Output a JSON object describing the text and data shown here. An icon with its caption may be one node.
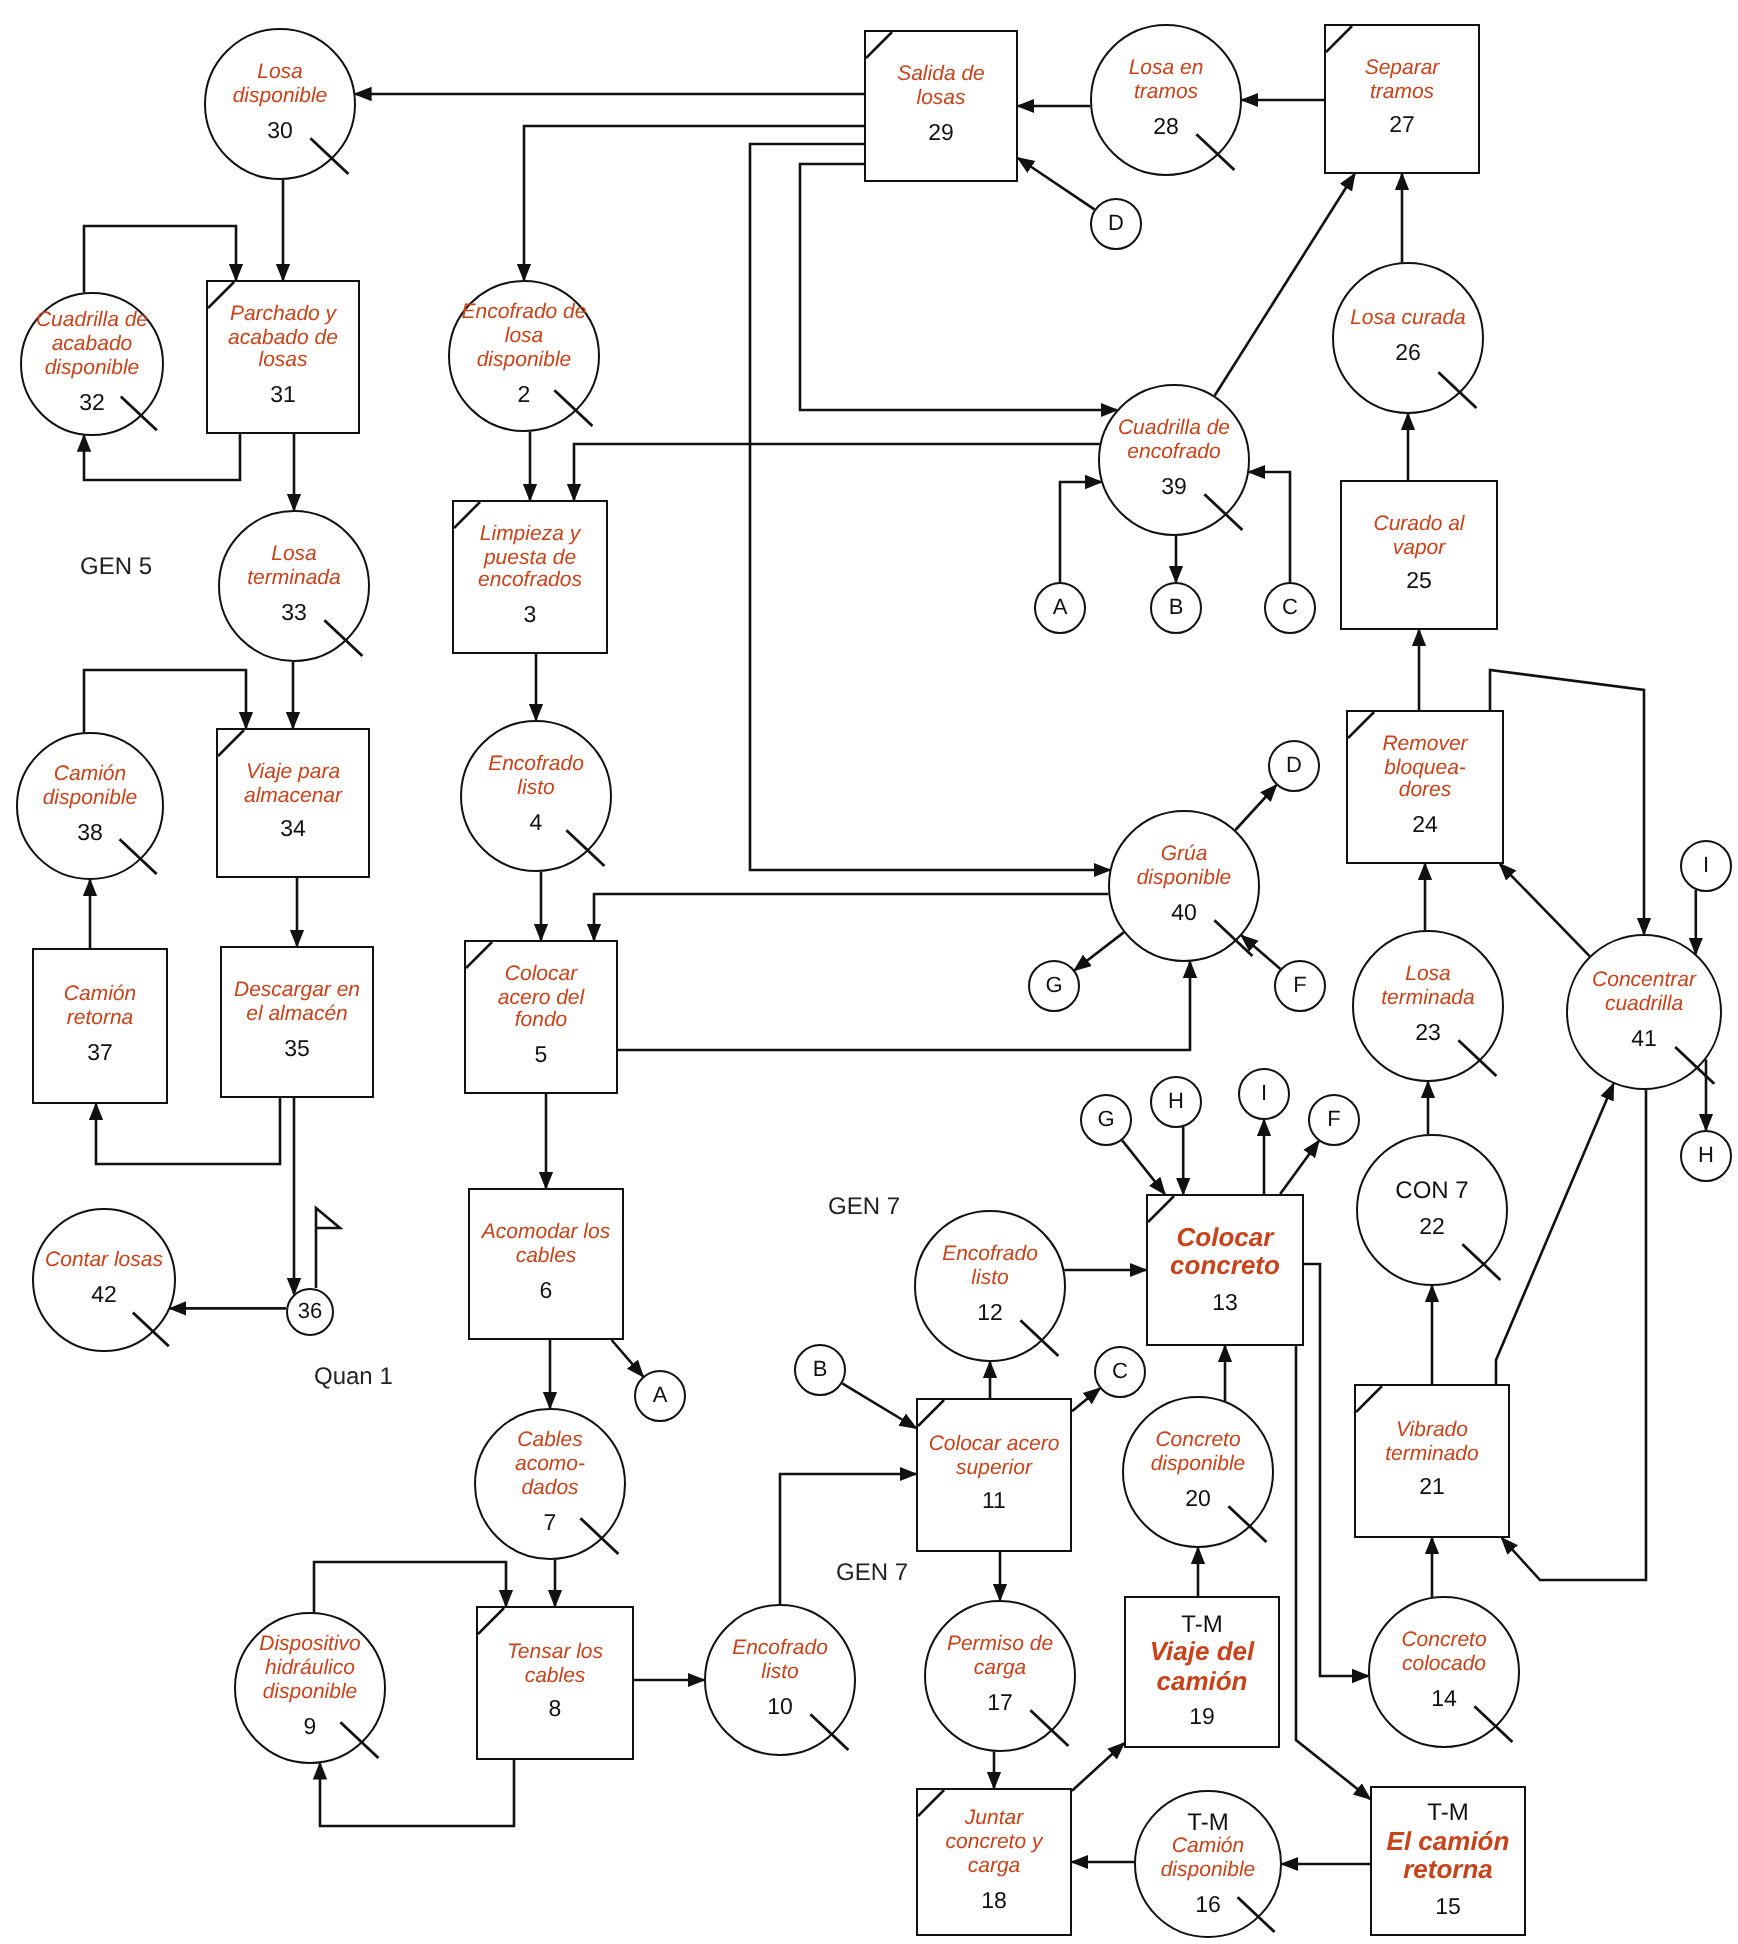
{
  "diagram": {
    "nodes": [
      {
        "text": [
          "Losa disponible",
          "30"
        ]
      },
      {
        "text": [
          "Salida de losas",
          "29"
        ]
      },
      {
        "text": [
          "Losa en tramos",
          "28"
        ]
      },
      {
        "text": [
          "Separar tramos",
          "27"
        ]
      },
      {
        "text": [
          "Cuadrilla de acabado disponible",
          "32"
        ]
      },
      {
        "text": [
          "Parchado y acabado de losas",
          "31"
        ]
      },
      {
        "text": [
          "Encofrado de losa disponible",
          "2"
        ]
      },
      {
        "text": [
          "D"
        ]
      },
      {
        "text": [
          "Cuadrilla de encofrado",
          "39"
        ]
      },
      {
        "text": [
          "Losa curada",
          "26"
        ]
      },
      {
        "text": [
          "Limpieza y puesta de encofrados",
          "3"
        ]
      },
      {
        "text": [
          "Losa terminada",
          "33"
        ]
      },
      {
        "text": [
          "A"
        ]
      },
      {
        "text": [
          "B"
        ]
      },
      {
        "text": [
          "C"
        ]
      },
      {
        "text": [
          "Curado al vapor",
          "25"
        ]
      },
      {
        "text": [
          "Camión disponible",
          "38"
        ]
      },
      {
        "text": [
          "Viaje para almacenar",
          "34"
        ]
      },
      {
        "text": [
          "Encofrado listo",
          "4"
        ]
      },
      {
        "text": [
          "Colocar acero del fondo",
          "5"
        ]
      },
      {
        "text": [
          "Remover bloquea- dores",
          "24"
        ]
      },
      {
        "text": [
          "D"
        ]
      },
      {
        "text": [
          "Grúa disponible",
          "40"
        ]
      },
      {
        "text": [
          "I"
        ]
      },
      {
        "text": [
          "G"
        ]
      },
      {
        "text": [
          "F"
        ]
      },
      {
        "text": [
          "Losa terminada",
          "23"
        ]
      },
      {
        "text": [
          "Concentrar cuadrilla",
          "41"
        ]
      },
      {
        "text": [
          "Camión retorna",
          "37"
        ]
      },
      {
        "text": [
          "Descargar en el almacén",
          "35"
        ]
      },
      {
        "text": [
          "Contar losas",
          "42"
        ]
      },
      {
        "text": [
          "36"
        ],
        "beside": [
          "Quan 1"
        ]
      },
      {
        "text": [
          "Acomodar los cables",
          "6"
        ]
      },
      {
        "text": [
          "A"
        ]
      },
      {
        "text": [
          "H"
        ]
      },
      {
        "text": [
          "G"
        ]
      },
      {
        "text": [
          "H"
        ]
      },
      {
        "text": [
          "I"
        ]
      },
      {
        "text": [
          "F"
        ]
      },
      {
        "text": [
          "CON 7",
          "22"
        ]
      },
      {
        "text": [
          "Encofrado listo",
          "12"
        ],
        "beside": [
          "GEN 7"
        ]
      },
      {
        "text": [
          "Colocar concreto",
          "13"
        ]
      },
      {
        "text": [
          "Cables acomo- dados",
          "7"
        ]
      },
      {
        "text": [
          "B"
        ]
      },
      {
        "text": [
          "C"
        ]
      },
      {
        "text": [
          "Colocar acero superior",
          "11"
        ]
      },
      {
        "text": [
          "Concreto disponible",
          "20"
        ]
      },
      {
        "text": [
          "Vibrado terminado",
          "21"
        ]
      },
      {
        "text": [
          "Dispositivo hidráulico disponible",
          "9"
        ]
      },
      {
        "text": [
          "Tensar los cables",
          "8"
        ]
      },
      {
        "text": [
          "Encofrado listo",
          "10"
        ]
      },
      {
        "text": [
          "Permiso de carga",
          "17"
        ],
        "beside": [
          "GEN 7"
        ]
      },
      {
        "text": [
          "T-M",
          "Viaje del camión",
          "19"
        ]
      },
      {
        "text": [
          "Concreto colocado",
          "14"
        ]
      },
      {
        "text": [
          "Juntar concreto y carga",
          "18"
        ]
      },
      {
        "text": [
          "T-M",
          "Camión disponible",
          "16"
        ]
      },
      {
        "text": [
          "T-M",
          "El camión retorna",
          "15"
        ]
      }
    ],
    "edges": [
      {
        "from": 1,
        "to": 0,
        "arrow": "to"
      },
      {
        "from": 1,
        "to": 6,
        "arrow": "to"
      },
      {
        "from": 1,
        "to": 22,
        "arrow": "to"
      },
      {
        "from": 1,
        "to": 8,
        "arrow": "to"
      },
      {
        "from": 8,
        "to": 10,
        "arrow": "to"
      },
      {
        "from": 2,
        "to": 1,
        "arrow": "to"
      },
      {
        "from": 3,
        "to": 2,
        "arrow": "to"
      },
      {
        "from": 7,
        "to": 1,
        "arrow": "to"
      },
      {
        "from": 8,
        "to": 3,
        "arrow": "to"
      },
      {
        "from": 9,
        "to": 3,
        "arrow": "to"
      },
      {
        "from": 15,
        "to": 9,
        "arrow": "to"
      },
      {
        "from": 20,
        "to": 15,
        "arrow": "to"
      },
      {
        "from": 26,
        "to": 20,
        "arrow": "to"
      },
      {
        "from": 27,
        "to": 20,
        "arrow": "to"
      },
      {
        "from": 20,
        "to": 27,
        "arrow": "to"
      },
      {
        "from": 23,
        "to": 27,
        "arrow": "to"
      },
      {
        "from": 27,
        "to": 34,
        "arrow": "to"
      },
      {
        "from": 39,
        "to": 26,
        "arrow": "to"
      },
      {
        "from": 47,
        "to": 39,
        "arrow": "to"
      },
      {
        "from": 47,
        "to": 27,
        "arrow": "to"
      },
      {
        "from": 27,
        "to": 47,
        "arrow": "to"
      },
      {
        "from": 53,
        "to": 47,
        "arrow": "to"
      },
      {
        "from": 41,
        "to": 53,
        "arrow": "to"
      },
      {
        "from": 41,
        "to": 56,
        "arrow": "to"
      },
      {
        "from": 56,
        "to": 55,
        "arrow": "to"
      },
      {
        "from": 55,
        "to": 54,
        "arrow": "to"
      },
      {
        "from": 51,
        "to": 54,
        "arrow": "to"
      },
      {
        "from": 54,
        "to": 52,
        "arrow": "to"
      },
      {
        "from": 52,
        "to": 46,
        "arrow": "to"
      },
      {
        "from": 46,
        "to": 41,
        "arrow": "to"
      },
      {
        "from": 40,
        "to": 41,
        "arrow": "to"
      },
      {
        "from": 45,
        "to": 40,
        "arrow": "to"
      },
      {
        "from": 45,
        "to": 44,
        "arrow": "to"
      },
      {
        "from": 43,
        "to": 45,
        "arrow": "to"
      },
      {
        "from": 45,
        "to": 51,
        "arrow": "to"
      },
      {
        "from": 50,
        "to": 45,
        "arrow": "to"
      },
      {
        "from": 49,
        "to": 50,
        "arrow": "to"
      },
      {
        "from": 42,
        "to": 49,
        "arrow": "to"
      },
      {
        "from": 48,
        "to": 49,
        "arrow": "to"
      },
      {
        "from": 49,
        "to": 48,
        "arrow": "to"
      },
      {
        "from": 32,
        "to": 42,
        "arrow": "to"
      },
      {
        "from": 32,
        "to": 33,
        "arrow": "to"
      },
      {
        "from": 19,
        "to": 32,
        "arrow": "to"
      },
      {
        "from": 18,
        "to": 19,
        "arrow": "to"
      },
      {
        "from": 10,
        "to": 18,
        "arrow": "to"
      },
      {
        "from": 6,
        "to": 10,
        "arrow": "to"
      },
      {
        "from": 12,
        "to": 8,
        "arrow": "to"
      },
      {
        "from": 8,
        "to": 13,
        "arrow": "to"
      },
      {
        "from": 14,
        "to": 8,
        "arrow": "to"
      },
      {
        "from": 22,
        "to": 21,
        "arrow": "to"
      },
      {
        "from": 22,
        "to": 24,
        "arrow": "to"
      },
      {
        "from": 25,
        "to": 22,
        "arrow": "to"
      },
      {
        "from": 19,
        "to": 22,
        "arrow": "to"
      },
      {
        "from": 22,
        "to": 19,
        "arrow": "to"
      },
      {
        "from": 35,
        "to": 41,
        "arrow": "to"
      },
      {
        "from": 36,
        "to": 41,
        "arrow": "to"
      },
      {
        "from": 41,
        "to": 37,
        "arrow": "to"
      },
      {
        "from": 41,
        "to": 38,
        "arrow": "to"
      },
      {
        "from": 0,
        "to": 5,
        "arrow": "to"
      },
      {
        "from": 4,
        "to": 5,
        "arrow": "to"
      },
      {
        "from": 5,
        "to": 4,
        "arrow": "to"
      },
      {
        "from": 5,
        "to": 11,
        "arrow": "to"
      },
      {
        "from": 11,
        "to": 17,
        "arrow": "to"
      },
      {
        "from": 16,
        "to": 17,
        "arrow": "to"
      },
      {
        "from": 17,
        "to": 29,
        "arrow": "to"
      },
      {
        "from": 29,
        "to": 28,
        "arrow": "to"
      },
      {
        "from": 28,
        "to": 16,
        "arrow": "to"
      },
      {
        "from": 29,
        "to": 31,
        "arrow": "to"
      },
      {
        "from": 31,
        "to": 30,
        "arrow": "to"
      }
    ],
    "labels": [
      "GEN 5"
    ]
  }
}
